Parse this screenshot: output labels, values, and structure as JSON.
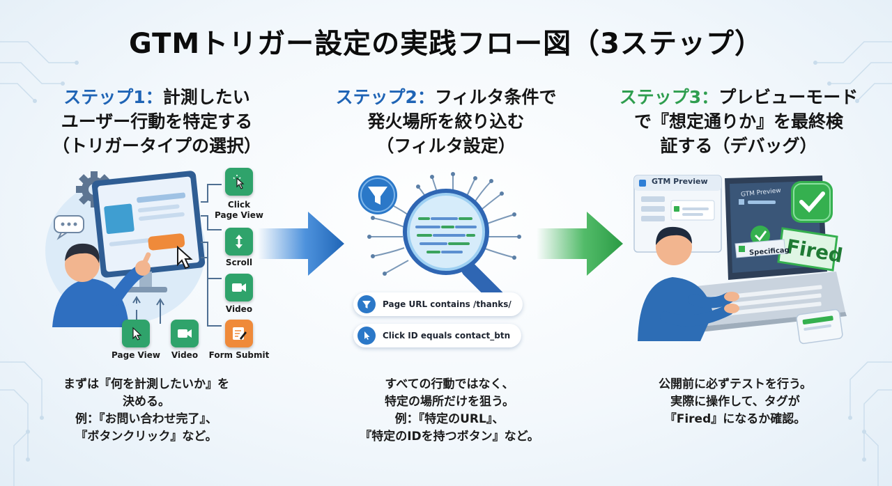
{
  "title": "GTMトリガー設定の実践フロー図（3ステップ）",
  "steps": [
    {
      "label": "ステップ1：",
      "heading_line1_rest": "計測したい",
      "heading_line2": "ユーザー行動を特定する",
      "heading_line3": "（トリガータイプの選択）",
      "description": "まずは『何を計測したいか』を\n決める。\n例：『お問い合わせ完了』、\n『ボタンクリック』など。",
      "icons_right": [
        {
          "label": "Click\nPage View",
          "icon": "cursor-click-icon"
        },
        {
          "label": "Scroll",
          "icon": "scroll-arrows-icon"
        },
        {
          "label": "Video",
          "icon": "video-camera-icon"
        },
        {
          "label": "Form Submit",
          "icon": "form-edit-icon"
        }
      ],
      "icons_bottom": [
        {
          "label": "Page View",
          "icon": "cursor-icon"
        },
        {
          "label": "Video",
          "icon": "video-camera-icon"
        }
      ]
    },
    {
      "label": "ステップ2：",
      "heading_line1_rest": "フィルタ条件で",
      "heading_line2": "発火場所を絞り込む",
      "heading_line3": "（フィルタ設定）",
      "description": "すべての行動ではなく、\n特定の場所だけを狙う。\n例：『特定のURL』、\n『特定のIDを持つボタン』など。",
      "filters": [
        {
          "text": "Page URL contains /thanks/",
          "icon": "funnel-icon"
        },
        {
          "text": "Click ID equals contact_btn",
          "icon": "cursor-icon"
        }
      ]
    },
    {
      "label": "ステップ3：",
      "heading_line1_rest": "プレビューモード",
      "heading_line2": "で『想定通りか』を最終検",
      "heading_line3": "証する（デバッグ）",
      "description": "公開前に必ずテストを行う。\n実際に操作して、タグが\n『Fired』になるか確認。",
      "preview_window_title": "GTM Preview",
      "laptop_screen_title": "GTM Preview",
      "fired_badge": "Fired",
      "tag_label": "Specificag"
    }
  ],
  "colors": {
    "step1_accent": "#1f64b5",
    "step2_accent": "#1f64b5",
    "step3_accent": "#2f9e4f",
    "arrow_blue": "#2f7fd6",
    "arrow_green": "#35b04f"
  }
}
